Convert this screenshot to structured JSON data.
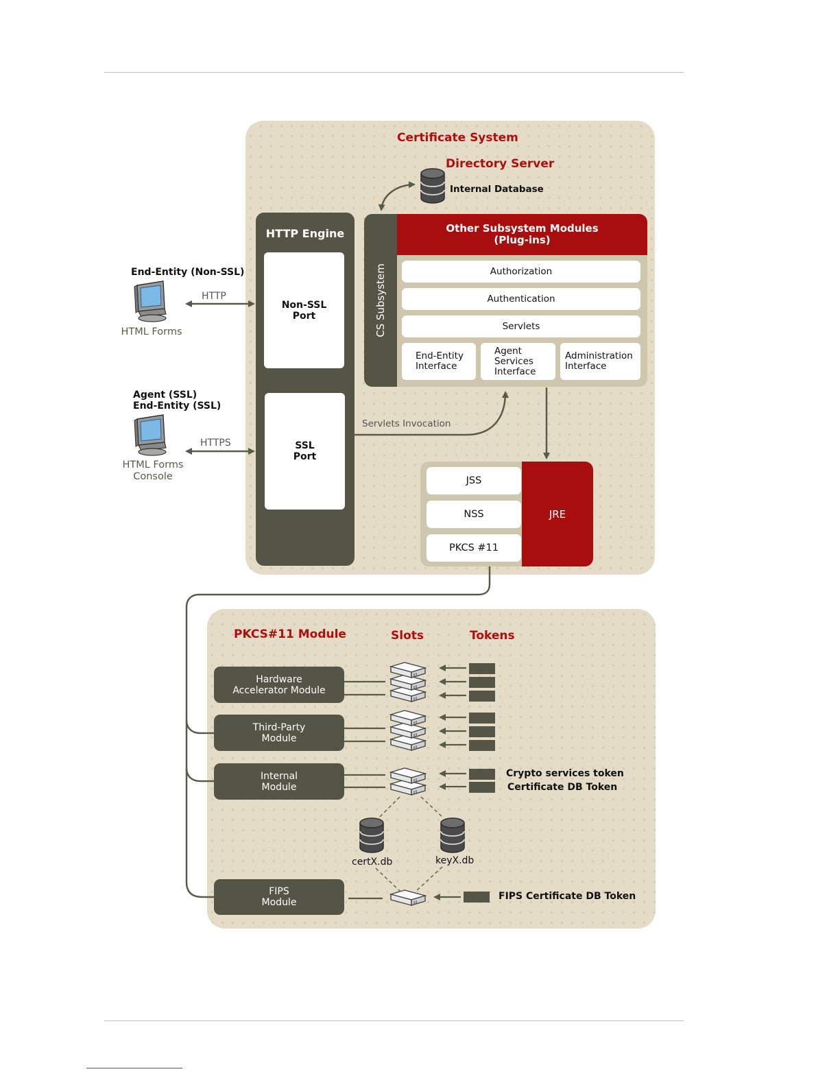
{
  "certificate_system": {
    "title": "Certificate System",
    "directory_server": "Directory Server",
    "internal_database": "Internal Database",
    "http_engine": {
      "title": "HTTP Engine",
      "non_ssl_port": "Non-SSL\nPort",
      "ssl_port": "SSL\nPort"
    },
    "cs_subsystem": {
      "label": "CS Subsystem",
      "modules_header": "Other Subsystem Modules\n(Plug-ins)",
      "rows": [
        "Authorization",
        "Authentication",
        "Servlets"
      ],
      "interfaces": [
        "End-Entity\nInterface",
        "Agent\nServices\nInterface",
        "Administration\nInterface"
      ]
    },
    "servlets_invocation": "Servlets Invocation",
    "crypto_stack": {
      "rows": [
        "JSS",
        "NSS",
        "PKCS #11"
      ],
      "jre": "JRE"
    }
  },
  "clients": {
    "non_ssl": {
      "title": "End-Entity (Non-SSL)",
      "protocol": "HTTP",
      "caption": "HTML Forms"
    },
    "ssl": {
      "title": "Agent (SSL)\nEnd-Entity (SSL)",
      "protocol": "HTTPS",
      "caption": "HTML Forms\nConsole"
    }
  },
  "pkcs_section": {
    "headers": {
      "module": "PKCS#11 Module",
      "slots": "Slots",
      "tokens": "Tokens"
    },
    "modules": [
      "Hardware\nAccelerator Module",
      "Third-Party\nModule",
      "Internal\nModule",
      "FIPS\nModule"
    ],
    "token_labels": {
      "crypto": "Crypto services token",
      "cert_db": "Certificate DB Token",
      "fips": "FIPS Certificate DB Token"
    },
    "databases": {
      "cert": "certX.db",
      "key": "keyX.db"
    }
  },
  "colors": {
    "accent_red": "#b00d0d",
    "dark_box": "#545447",
    "panel_beige": "#e4dcc7"
  }
}
